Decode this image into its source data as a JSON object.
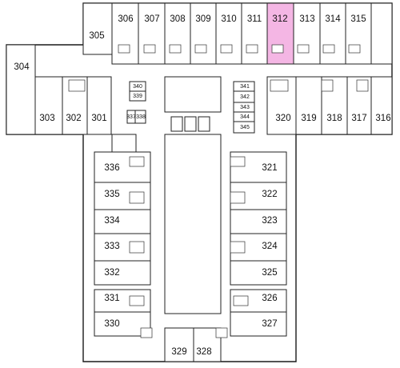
{
  "colors": {
    "highlight": "#f4b6e4",
    "wall": "#1a1a1a",
    "background": "#ffffff"
  },
  "highlighted_room": "312",
  "rooms": {
    "r304": "304",
    "r305": "305",
    "r306": "306",
    "r307": "307",
    "r308": "308",
    "r309": "309",
    "r310": "310",
    "r311": "311",
    "r312": "312",
    "r313": "313",
    "r314": "314",
    "r315": "315",
    "r303": "303",
    "r302": "302",
    "r301": "301",
    "r340": "340",
    "r339": "339",
    "r337": "337",
    "r338": "338",
    "r341": "341",
    "r342": "342",
    "r343": "343",
    "r344": "344",
    "r345": "345",
    "r320": "320",
    "r319": "319",
    "r318": "318",
    "r317": "317",
    "r316": "316",
    "r336": "336",
    "r335": "335",
    "r334": "334",
    "r333": "333",
    "r332": "332",
    "r331": "331",
    "r330": "330",
    "r329": "329",
    "r328": "328",
    "r321": "321",
    "r322": "322",
    "r323": "323",
    "r324": "324",
    "r325": "325",
    "r326": "326",
    "r327": "327"
  }
}
